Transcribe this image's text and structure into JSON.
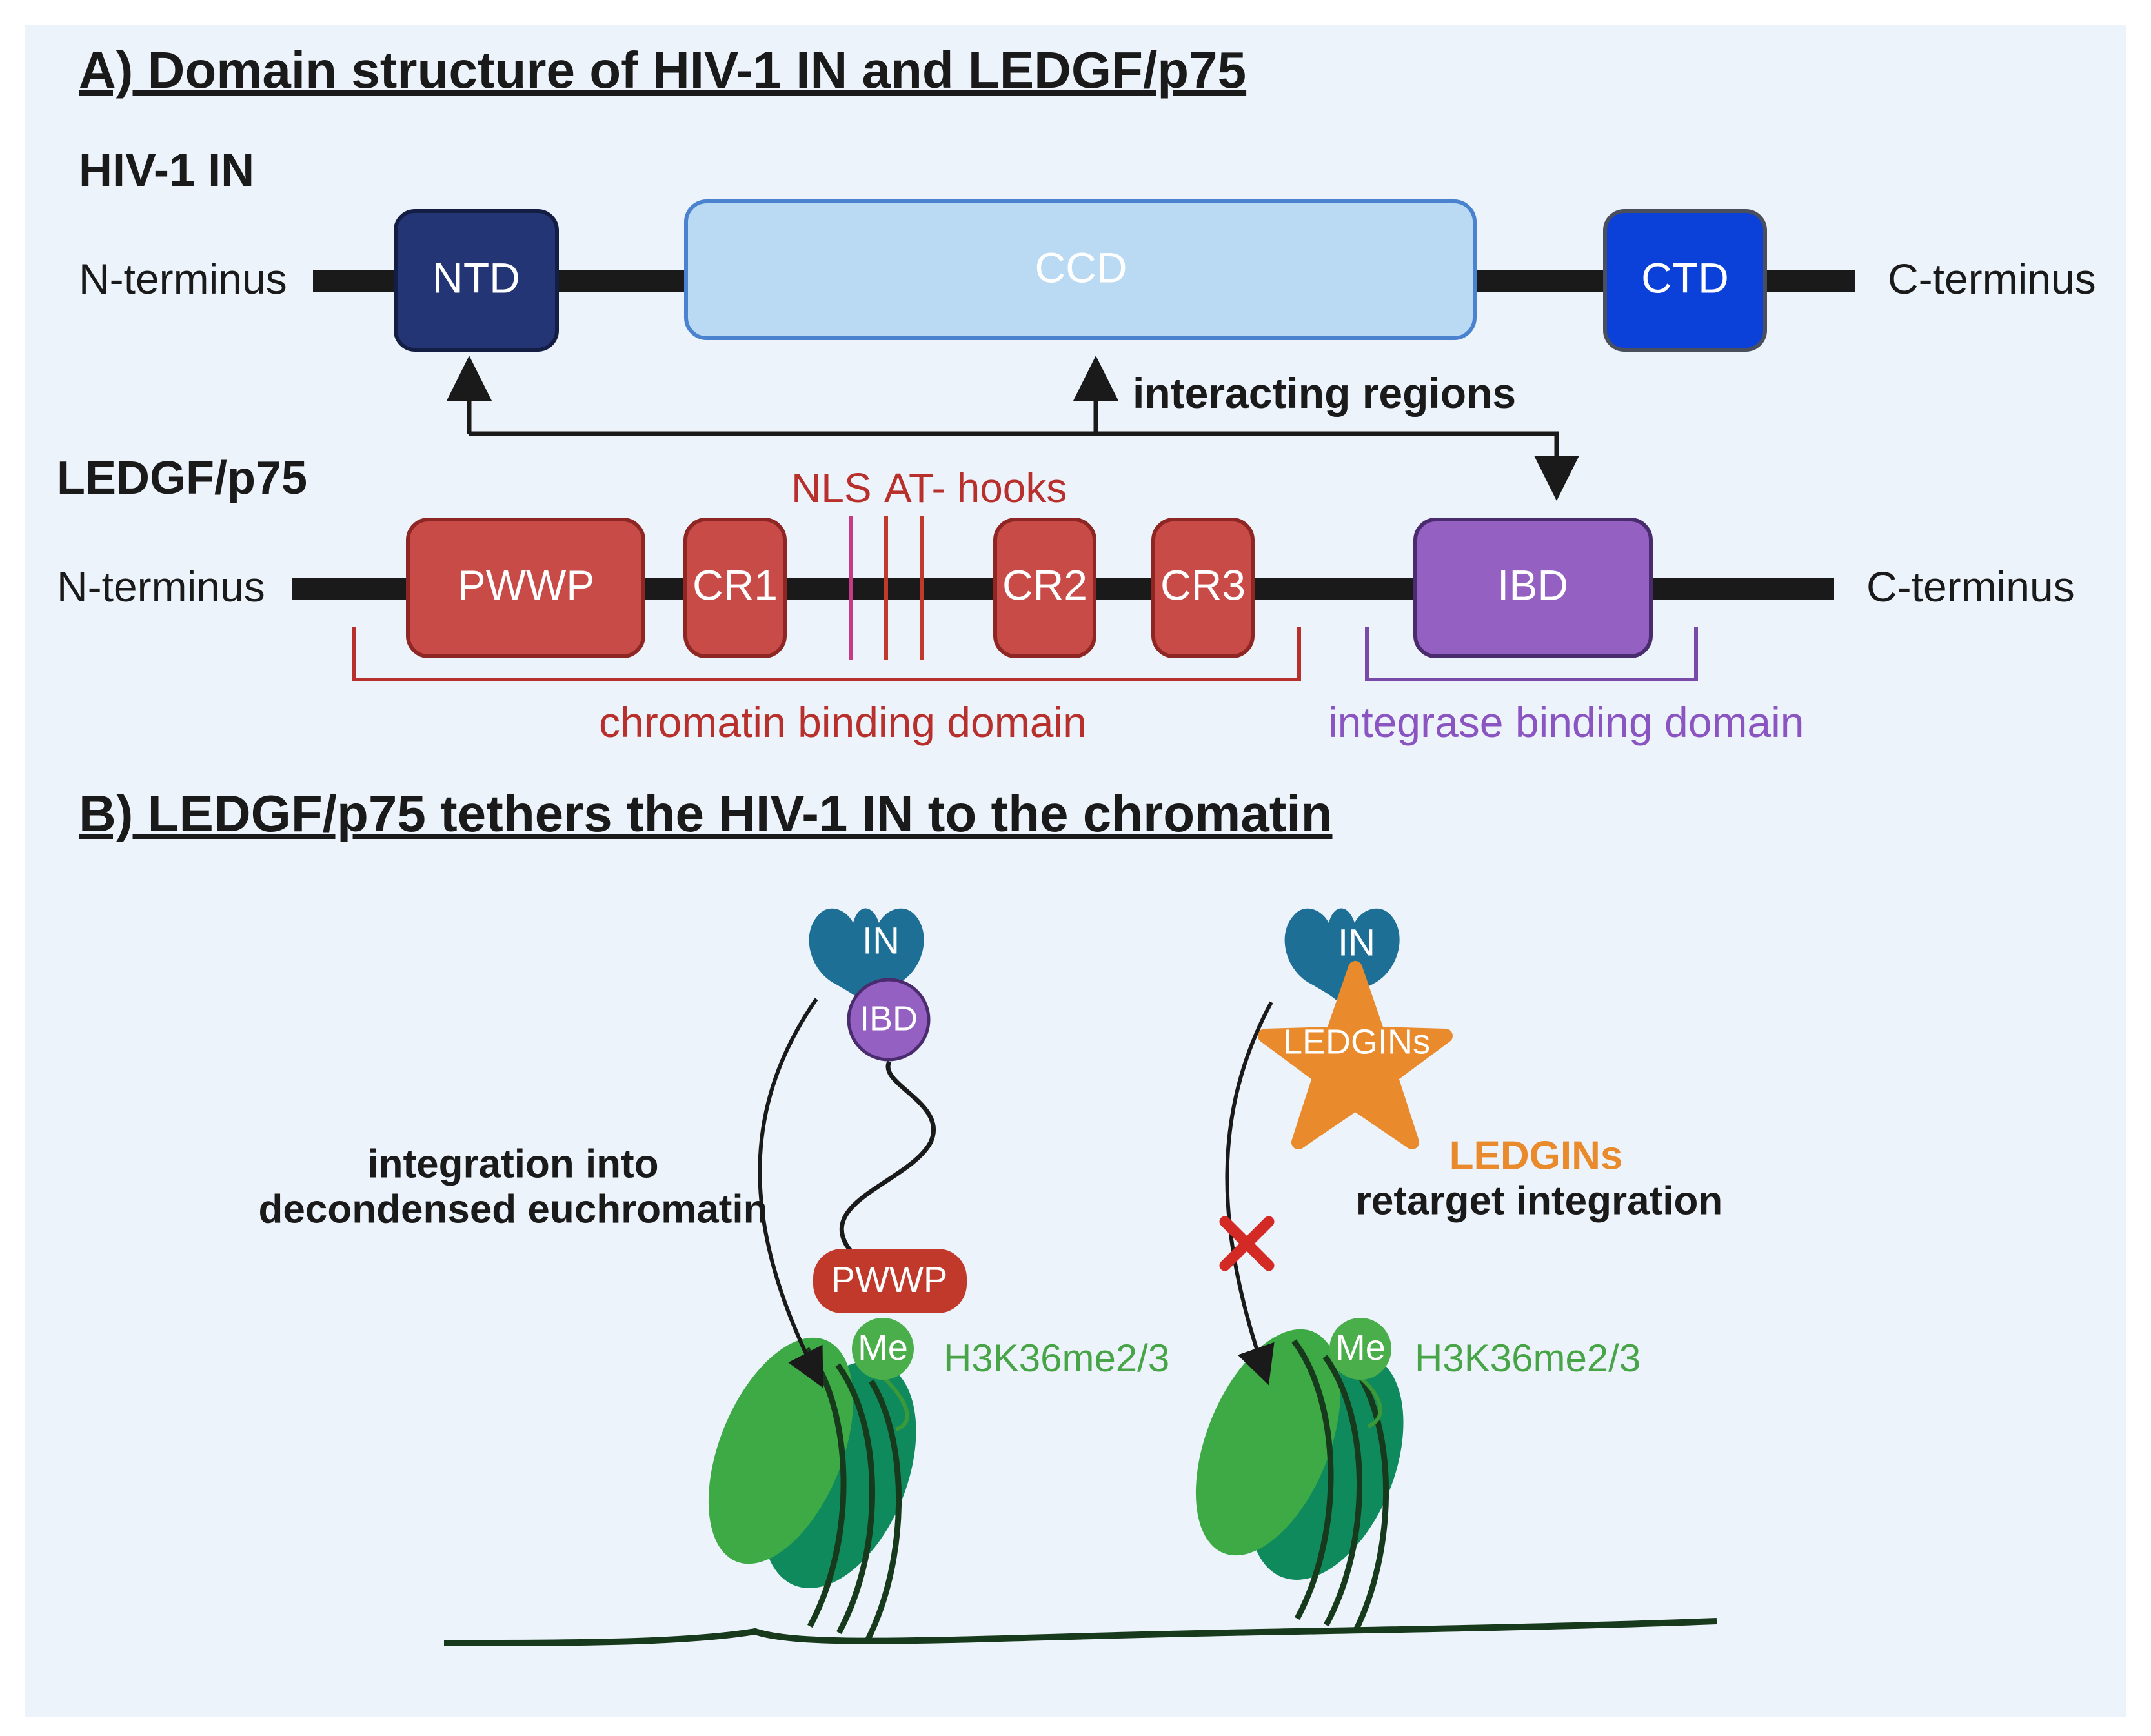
{
  "panel_a": {
    "title": "A) Domain structure of HIV-1 IN and LEDGF/p75",
    "in_protein": {
      "name": "HIV-1 IN",
      "n_term": "N-terminus",
      "c_term": "C-terminus",
      "domains": {
        "ntd": "NTD",
        "ccd": "CCD",
        "ctd": "CTD"
      }
    },
    "interacting_label": "interacting regions",
    "ledgf": {
      "name": "LEDGF/p75",
      "n_term": "N-terminus",
      "c_term": "C-terminus",
      "domains": {
        "pwwp": "PWWP",
        "cr1": "CR1",
        "cr2": "CR2",
        "cr3": "CR3",
        "ibd": "IBD"
      },
      "nls": "NLS",
      "at_hooks": "AT- hooks",
      "chromatin_domain": "chromatin binding domain",
      "integrase_domain": "integrase binding domain"
    }
  },
  "panel_b": {
    "title": "B) LEDGF/p75 tethers the HIV-1 IN to the chromatin",
    "left": {
      "in": "IN",
      "ibd": "IBD",
      "pwwp": "PWWP",
      "me": "Me",
      "mark": "H3K36me2/3",
      "caption_line1": "integration into",
      "caption_line2": "decondensed euchromatin"
    },
    "right": {
      "in": "IN",
      "ledgins": "LEDGINs",
      "me": "Me",
      "mark": "H3K36me2/3",
      "caption_line1": "LEDGINs",
      "caption_line2": "retarget integration"
    }
  },
  "colors": {
    "background": "#edf3fb",
    "ntd": "#233574",
    "ccd": "#b9daf2",
    "ctd": "#0b40d9",
    "ledgf_red": "#c94b48",
    "ledgf_label": "#b7302c",
    "ibd_purple": "#9461c2",
    "nls_magenta": "#c63b86",
    "in_teal": "#1e6f95",
    "ledgins_orange": "#e98a2c",
    "nucleosome": "#1f9f63",
    "me_green": "#4aae4a",
    "mark_green": "#47a447"
  }
}
